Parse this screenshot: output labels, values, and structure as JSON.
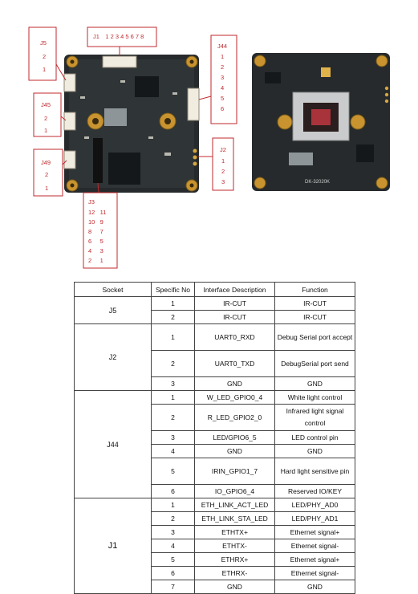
{
  "callouts": {
    "j1": {
      "name": "J1",
      "pins": "1 2 3 4 5 6 7 8"
    },
    "j5": {
      "name": "J5",
      "pins": [
        "2",
        "1"
      ]
    },
    "j45": {
      "name": "J45",
      "pins": [
        "2",
        "1"
      ]
    },
    "j49": {
      "name": "J49",
      "pins": [
        "2",
        "1"
      ]
    },
    "j44": {
      "name": "J44",
      "pins": [
        "1",
        "2",
        "3",
        "4",
        "5",
        "6"
      ]
    },
    "j2": {
      "name": "J2",
      "pins": [
        "1",
        "2",
        "3"
      ]
    },
    "j3": {
      "name": "J3",
      "pins": [
        "12   11",
        "10   9",
        "8     7",
        "6     5",
        "4     3",
        "2     1"
      ]
    }
  },
  "board_marking": "DK-32020K",
  "table": {
    "headers": [
      "Socket",
      "Specific No",
      "Interface Description",
      "Function"
    ],
    "groups": [
      {
        "socket": "J5",
        "rows": [
          {
            "no": "1",
            "desc": "IR-CUT",
            "func": "IR-CUT",
            "tall": false
          },
          {
            "no": "2",
            "desc": "IR-CUT",
            "func": "IR-CUT",
            "tall": false
          }
        ]
      },
      {
        "socket": "J2",
        "rows": [
          {
            "no": "1",
            "desc": "UART0_RXD",
            "func": "Debug Serial port accept",
            "tall": true
          },
          {
            "no": "2",
            "desc": "UART0_TXD",
            "func": "DebugSerial port send",
            "tall": true
          },
          {
            "no": "3",
            "desc": "GND",
            "func": "GND",
            "tall": false
          }
        ]
      },
      {
        "socket": "J44",
        "rows": [
          {
            "no": "1",
            "desc": "W_LED_GPIO0_4",
            "func": "White light control",
            "tall": false
          },
          {
            "no": "2",
            "desc": "R_LED_GPIO2_0",
            "func": "Infrared light signal control",
            "tall": true
          },
          {
            "no": "3",
            "desc": "LED/GPIO6_5",
            "func": "LED control pin",
            "tall": false
          },
          {
            "no": "4",
            "desc": "GND",
            "func": "GND",
            "tall": false
          },
          {
            "no": "5",
            "desc": "IRIN_GPIO1_7",
            "func": "Hard light sensitive pin",
            "tall": true
          },
          {
            "no": "6",
            "desc": "IO_GPIO6_4",
            "func": "Reserved IO/KEY",
            "tall": false
          }
        ]
      },
      {
        "socket": "J1",
        "big": true,
        "rows": [
          {
            "no": "1",
            "desc": "ETH_LINK_ACT_LED",
            "func": "LED/PHY_AD0",
            "tall": false
          },
          {
            "no": "2",
            "desc": "ETH_LINK_STA_LED",
            "func": "LED/PHY_AD1",
            "tall": false
          },
          {
            "no": "3",
            "desc": "ETHTX+",
            "func": "Ethernet signal+",
            "tall": false
          },
          {
            "no": "4",
            "desc": "ETHTX-",
            "func": "Ethernet signal-",
            "tall": false
          },
          {
            "no": "5",
            "desc": "ETHRX+",
            "func": "Ethernet signal+",
            "tall": false
          },
          {
            "no": "6",
            "desc": "ETHRX-",
            "func": "Ethernet signal-",
            "tall": false
          },
          {
            "no": "7",
            "desc": "GND",
            "func": "GND",
            "tall": false
          }
        ]
      }
    ]
  }
}
